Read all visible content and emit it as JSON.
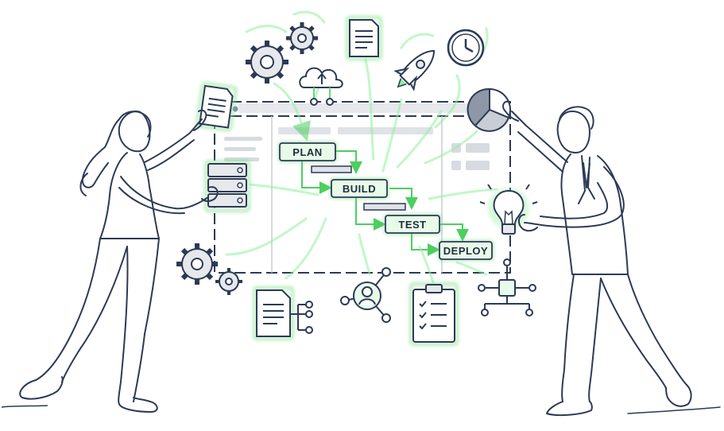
{
  "workflow": {
    "stages": [
      {
        "id": "plan",
        "label": "PLAN"
      },
      {
        "id": "build",
        "label": "BUILD"
      },
      {
        "id": "test",
        "label": "TEST"
      },
      {
        "id": "deploy",
        "label": "DEPLOY"
      }
    ]
  },
  "colors": {
    "line": "#2c3a55",
    "accent": "#5fdc6e",
    "accent_light": "#e8fbe9",
    "panel": "#e6e8ec",
    "background": "#ffffff"
  },
  "icons": [
    "gear-icon",
    "document-icon",
    "cloud-upload-icon",
    "rocket-icon",
    "clock-icon",
    "pie-chart-icon",
    "server-stack-icon",
    "lightbulb-icon",
    "user-network-icon",
    "clipboard-checklist-icon",
    "hierarchy-icon"
  ]
}
